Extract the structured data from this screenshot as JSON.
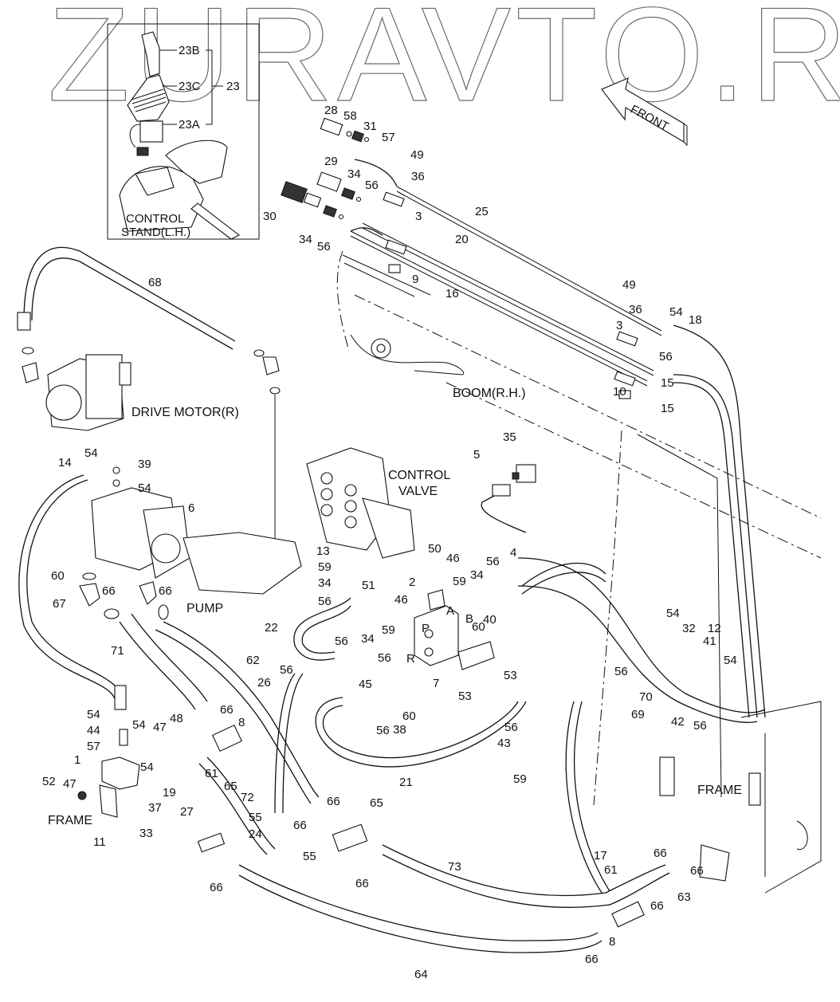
{
  "watermark": "ZURAVTO.RU",
  "direction_arrow": {
    "label": "FRONT",
    "icon": "front-arrow-icon"
  },
  "inset": {
    "title": "CONTROL STAND(L.H.)",
    "title_lines": [
      "CONTROL",
      "STAND(L.H.)"
    ],
    "callouts": [
      "23B",
      "23C",
      "23",
      "23A"
    ]
  },
  "assembly_labels": {
    "drive_motor": "DRIVE MOTOR(R)",
    "pump": "PUMP",
    "control_valve_lines": [
      "CONTROL",
      "VALVE"
    ],
    "boom": "BOOM(R.H.)",
    "frame_left": "FRAME",
    "frame_right": "FRAME",
    "port_labels": [
      "A",
      "P",
      "B",
      "R"
    ]
  },
  "callouts": [
    {
      "id": "28"
    },
    {
      "id": "58"
    },
    {
      "id": "31"
    },
    {
      "id": "57"
    },
    {
      "id": "49"
    },
    {
      "id": "36"
    },
    {
      "id": "29"
    },
    {
      "id": "34"
    },
    {
      "id": "56"
    },
    {
      "id": "3"
    },
    {
      "id": "30"
    },
    {
      "id": "34"
    },
    {
      "id": "56"
    },
    {
      "id": "25"
    },
    {
      "id": "20"
    },
    {
      "id": "16"
    },
    {
      "id": "9"
    },
    {
      "id": "68"
    },
    {
      "id": "49"
    },
    {
      "id": "36"
    },
    {
      "id": "54"
    },
    {
      "id": "18"
    },
    {
      "id": "3"
    },
    {
      "id": "56"
    },
    {
      "id": "15"
    },
    {
      "id": "15"
    },
    {
      "id": "10"
    },
    {
      "id": "35"
    },
    {
      "id": "5"
    },
    {
      "id": "14"
    },
    {
      "id": "54"
    },
    {
      "id": "39"
    },
    {
      "id": "54"
    },
    {
      "id": "6"
    },
    {
      "id": "60"
    },
    {
      "id": "67"
    },
    {
      "id": "66"
    },
    {
      "id": "66"
    },
    {
      "id": "71"
    },
    {
      "id": "13"
    },
    {
      "id": "59"
    },
    {
      "id": "34"
    },
    {
      "id": "56"
    },
    {
      "id": "50"
    },
    {
      "id": "46"
    },
    {
      "id": "4"
    },
    {
      "id": "56"
    },
    {
      "id": "59"
    },
    {
      "id": "34"
    },
    {
      "id": "2"
    },
    {
      "id": "51"
    },
    {
      "id": "46"
    },
    {
      "id": "60"
    },
    {
      "id": "40"
    },
    {
      "id": "22"
    },
    {
      "id": "59"
    },
    {
      "id": "56"
    },
    {
      "id": "34"
    },
    {
      "id": "56"
    },
    {
      "id": "45"
    },
    {
      "id": "7"
    },
    {
      "id": "53"
    },
    {
      "id": "53"
    },
    {
      "id": "62"
    },
    {
      "id": "56"
    },
    {
      "id": "26"
    },
    {
      "id": "60"
    },
    {
      "id": "56"
    },
    {
      "id": "38"
    },
    {
      "id": "54"
    },
    {
      "id": "32"
    },
    {
      "id": "12"
    },
    {
      "id": "41"
    },
    {
      "id": "54"
    },
    {
      "id": "56"
    },
    {
      "id": "70"
    },
    {
      "id": "69"
    },
    {
      "id": "42"
    },
    {
      "id": "56"
    },
    {
      "id": "56"
    },
    {
      "id": "43"
    },
    {
      "id": "59"
    },
    {
      "id": "21"
    },
    {
      "id": "54"
    },
    {
      "id": "44"
    },
    {
      "id": "54"
    },
    {
      "id": "47"
    },
    {
      "id": "48"
    },
    {
      "id": "66"
    },
    {
      "id": "8"
    },
    {
      "id": "57"
    },
    {
      "id": "1"
    },
    {
      "id": "47"
    },
    {
      "id": "52"
    },
    {
      "id": "54"
    },
    {
      "id": "61"
    },
    {
      "id": "65"
    },
    {
      "id": "37"
    },
    {
      "id": "19"
    },
    {
      "id": "72"
    },
    {
      "id": "27"
    },
    {
      "id": "11"
    },
    {
      "id": "33"
    },
    {
      "id": "55"
    },
    {
      "id": "24"
    },
    {
      "id": "55"
    },
    {
      "id": "66"
    },
    {
      "id": "66"
    },
    {
      "id": "65"
    },
    {
      "id": "66"
    },
    {
      "id": "66"
    },
    {
      "id": "73"
    },
    {
      "id": "17"
    },
    {
      "id": "61"
    },
    {
      "id": "66"
    },
    {
      "id": "66"
    },
    {
      "id": "63"
    },
    {
      "id": "66"
    },
    {
      "id": "8"
    },
    {
      "id": "66"
    },
    {
      "id": "64"
    }
  ]
}
